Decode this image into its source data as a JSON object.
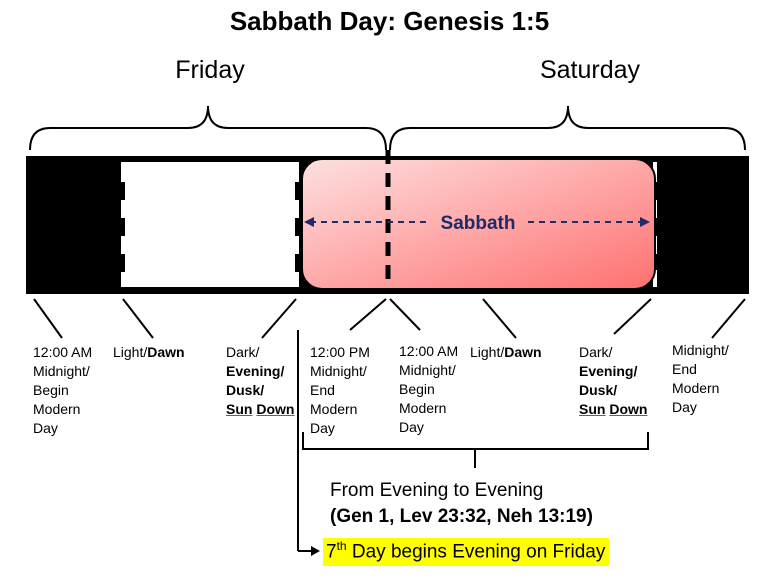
{
  "title": "Sabbath Day: Genesis 1:5",
  "days": {
    "friday": "Friday",
    "saturday": "Saturday"
  },
  "sabbath_label": "Sabbath",
  "time_labels": {
    "l1": [
      "12:00 AM",
      "Midnight/",
      "Begin",
      "Modern",
      "Day"
    ],
    "l2_plain": "Light/",
    "l2_bold": "Dawn",
    "l3": {
      "line1": "Dark/",
      "line2": "Evening/",
      "line3": "Dusk/",
      "sun": "Sun",
      "down": "Down"
    },
    "l4": [
      "12:00 PM",
      "Midnight/",
      "End",
      "Modern",
      "Day"
    ],
    "l5": [
      "12:00 AM",
      "Midnight/",
      "Begin",
      "Modern",
      "Day"
    ],
    "l6_plain": "Light/",
    "l6_bold": "Dawn",
    "l7": {
      "line1": "Dark/",
      "line2": "Evening/",
      "line3": "Dusk/",
      "sun": "Sun",
      "down": "Down"
    },
    "l8": [
      "Midnight/",
      "End",
      "Modern",
      "Day"
    ]
  },
  "bracket_text": {
    "line1": "From Evening to Evening",
    "line2": "(Gen 1, Lev 23:32, Neh 13:19)"
  },
  "highlight_note": {
    "number": "7",
    "suffix": "th",
    "text": " Day begins Evening on Friday"
  },
  "colors": {
    "band": "#000000",
    "sabbath_left": "#fde0e0",
    "sabbath_right": "#ff7070",
    "arrow": "#1f2a66",
    "highlight": "#ffff00",
    "sabbath_text": "#1f2a66"
  }
}
